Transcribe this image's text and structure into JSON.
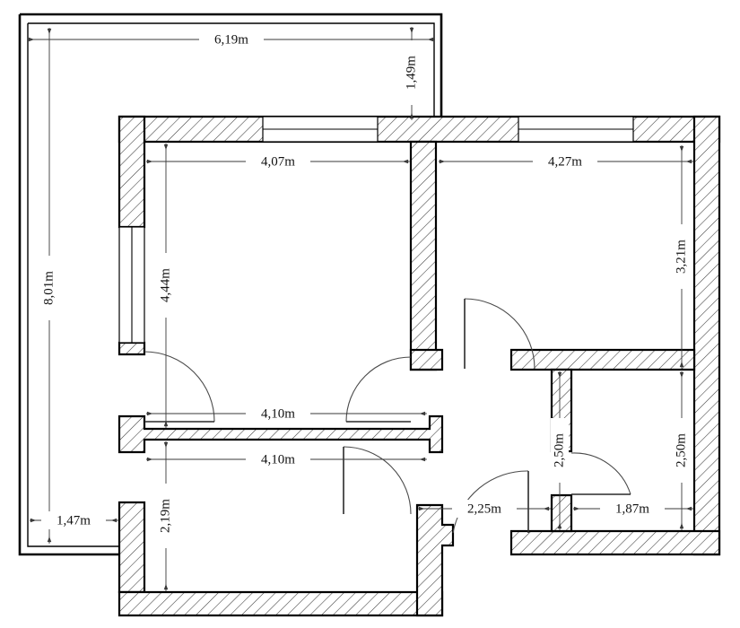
{
  "document": {
    "type": "architectural-floor-plan",
    "units": "meters",
    "decimal_separator": "comma"
  },
  "dimensions": {
    "overall_width": "6,19m",
    "overall_height": "8,01m",
    "top_right_offset": "1,49m",
    "bottom_left_offset": "1,47m",
    "left_room_width": "4,07m",
    "left_room_height": "4,44m",
    "right_room_width": "4,27m",
    "right_room_height": "3,21m",
    "corridor_upper_width": "4,10m",
    "corridor_lower_width": "4,10m",
    "bottom_room_height": "2,19m",
    "hall_width": "2,25m",
    "small_room_height_left": "2,50m",
    "small_room_height_right": "2,50m",
    "small_room_width": "1,87m"
  },
  "dimension_labels": [
    {
      "id": "overall-width",
      "value": "6,19m",
      "orientation": "horizontal"
    },
    {
      "id": "overall-height",
      "value": "8,01m",
      "orientation": "vertical"
    },
    {
      "id": "top-right-offset",
      "value": "1,49m",
      "orientation": "vertical"
    },
    {
      "id": "left-room-width",
      "value": "4,07m",
      "orientation": "horizontal"
    },
    {
      "id": "right-room-width",
      "value": "4,27m",
      "orientation": "horizontal"
    },
    {
      "id": "left-room-height",
      "value": "4,44m",
      "orientation": "vertical"
    },
    {
      "id": "right-room-height",
      "value": "3,21m",
      "orientation": "vertical"
    },
    {
      "id": "corridor-upper-width",
      "value": "4,10m",
      "orientation": "horizontal"
    },
    {
      "id": "corridor-lower-width",
      "value": "4,10m",
      "orientation": "horizontal"
    },
    {
      "id": "bottom-left-offset",
      "value": "1,47m",
      "orientation": "horizontal"
    },
    {
      "id": "bottom-room-height",
      "value": "2,19m",
      "orientation": "vertical"
    },
    {
      "id": "hall-width",
      "value": "2,25m",
      "orientation": "horizontal"
    },
    {
      "id": "small-room-height-l",
      "value": "2,50m",
      "orientation": "vertical"
    },
    {
      "id": "small-room-height-r",
      "value": "2,50m",
      "orientation": "vertical"
    },
    {
      "id": "small-room-width",
      "value": "1,87m",
      "orientation": "horizontal"
    }
  ],
  "colors": {
    "wall_stroke": "#000000",
    "hatch_line": "#3c3c3c",
    "dimension_line": "#3a3a3a",
    "door_arc": "#4a4a4a",
    "background": "#ffffff"
  },
  "features": {
    "windows": 3,
    "doors": 5
  }
}
